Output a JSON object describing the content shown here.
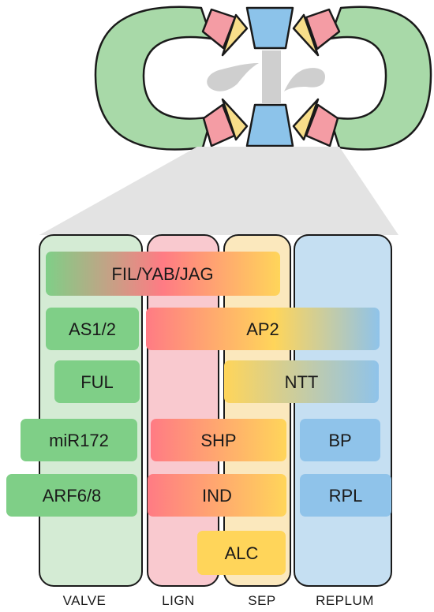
{
  "genes": {
    "fil_yab_jag": "FIL/YAB/JAG",
    "as1_2": "AS1/2",
    "ap2": "AP2",
    "ful": "FUL",
    "ntt": "NTT",
    "mir172": "miR172",
    "shp": "SHP",
    "bp": "BP",
    "arf6_8": "ARF6/8",
    "ind": "IND",
    "rpl": "RPL",
    "alc": "ALC"
  },
  "columns": {
    "valve": "VALVE",
    "lign": "LIGN",
    "sep": "SEP",
    "replum": "REPLUM"
  },
  "colors": {
    "valve": "#d4ebd4",
    "lign": "#f9c9cf",
    "sep": "#fbe8bd",
    "replum": "#c5dff2",
    "green": "#7fcf87",
    "red": "#ff7b84",
    "yellow": "#ffd55a",
    "blue": "#8fc3ea",
    "fruit_green": "#a8d9a8",
    "fruit_pink": "#f49ca4",
    "fruit_yellow": "#f8de8a",
    "fruit_blue": "#8cc3ea",
    "grey": "#cfcfcf"
  }
}
